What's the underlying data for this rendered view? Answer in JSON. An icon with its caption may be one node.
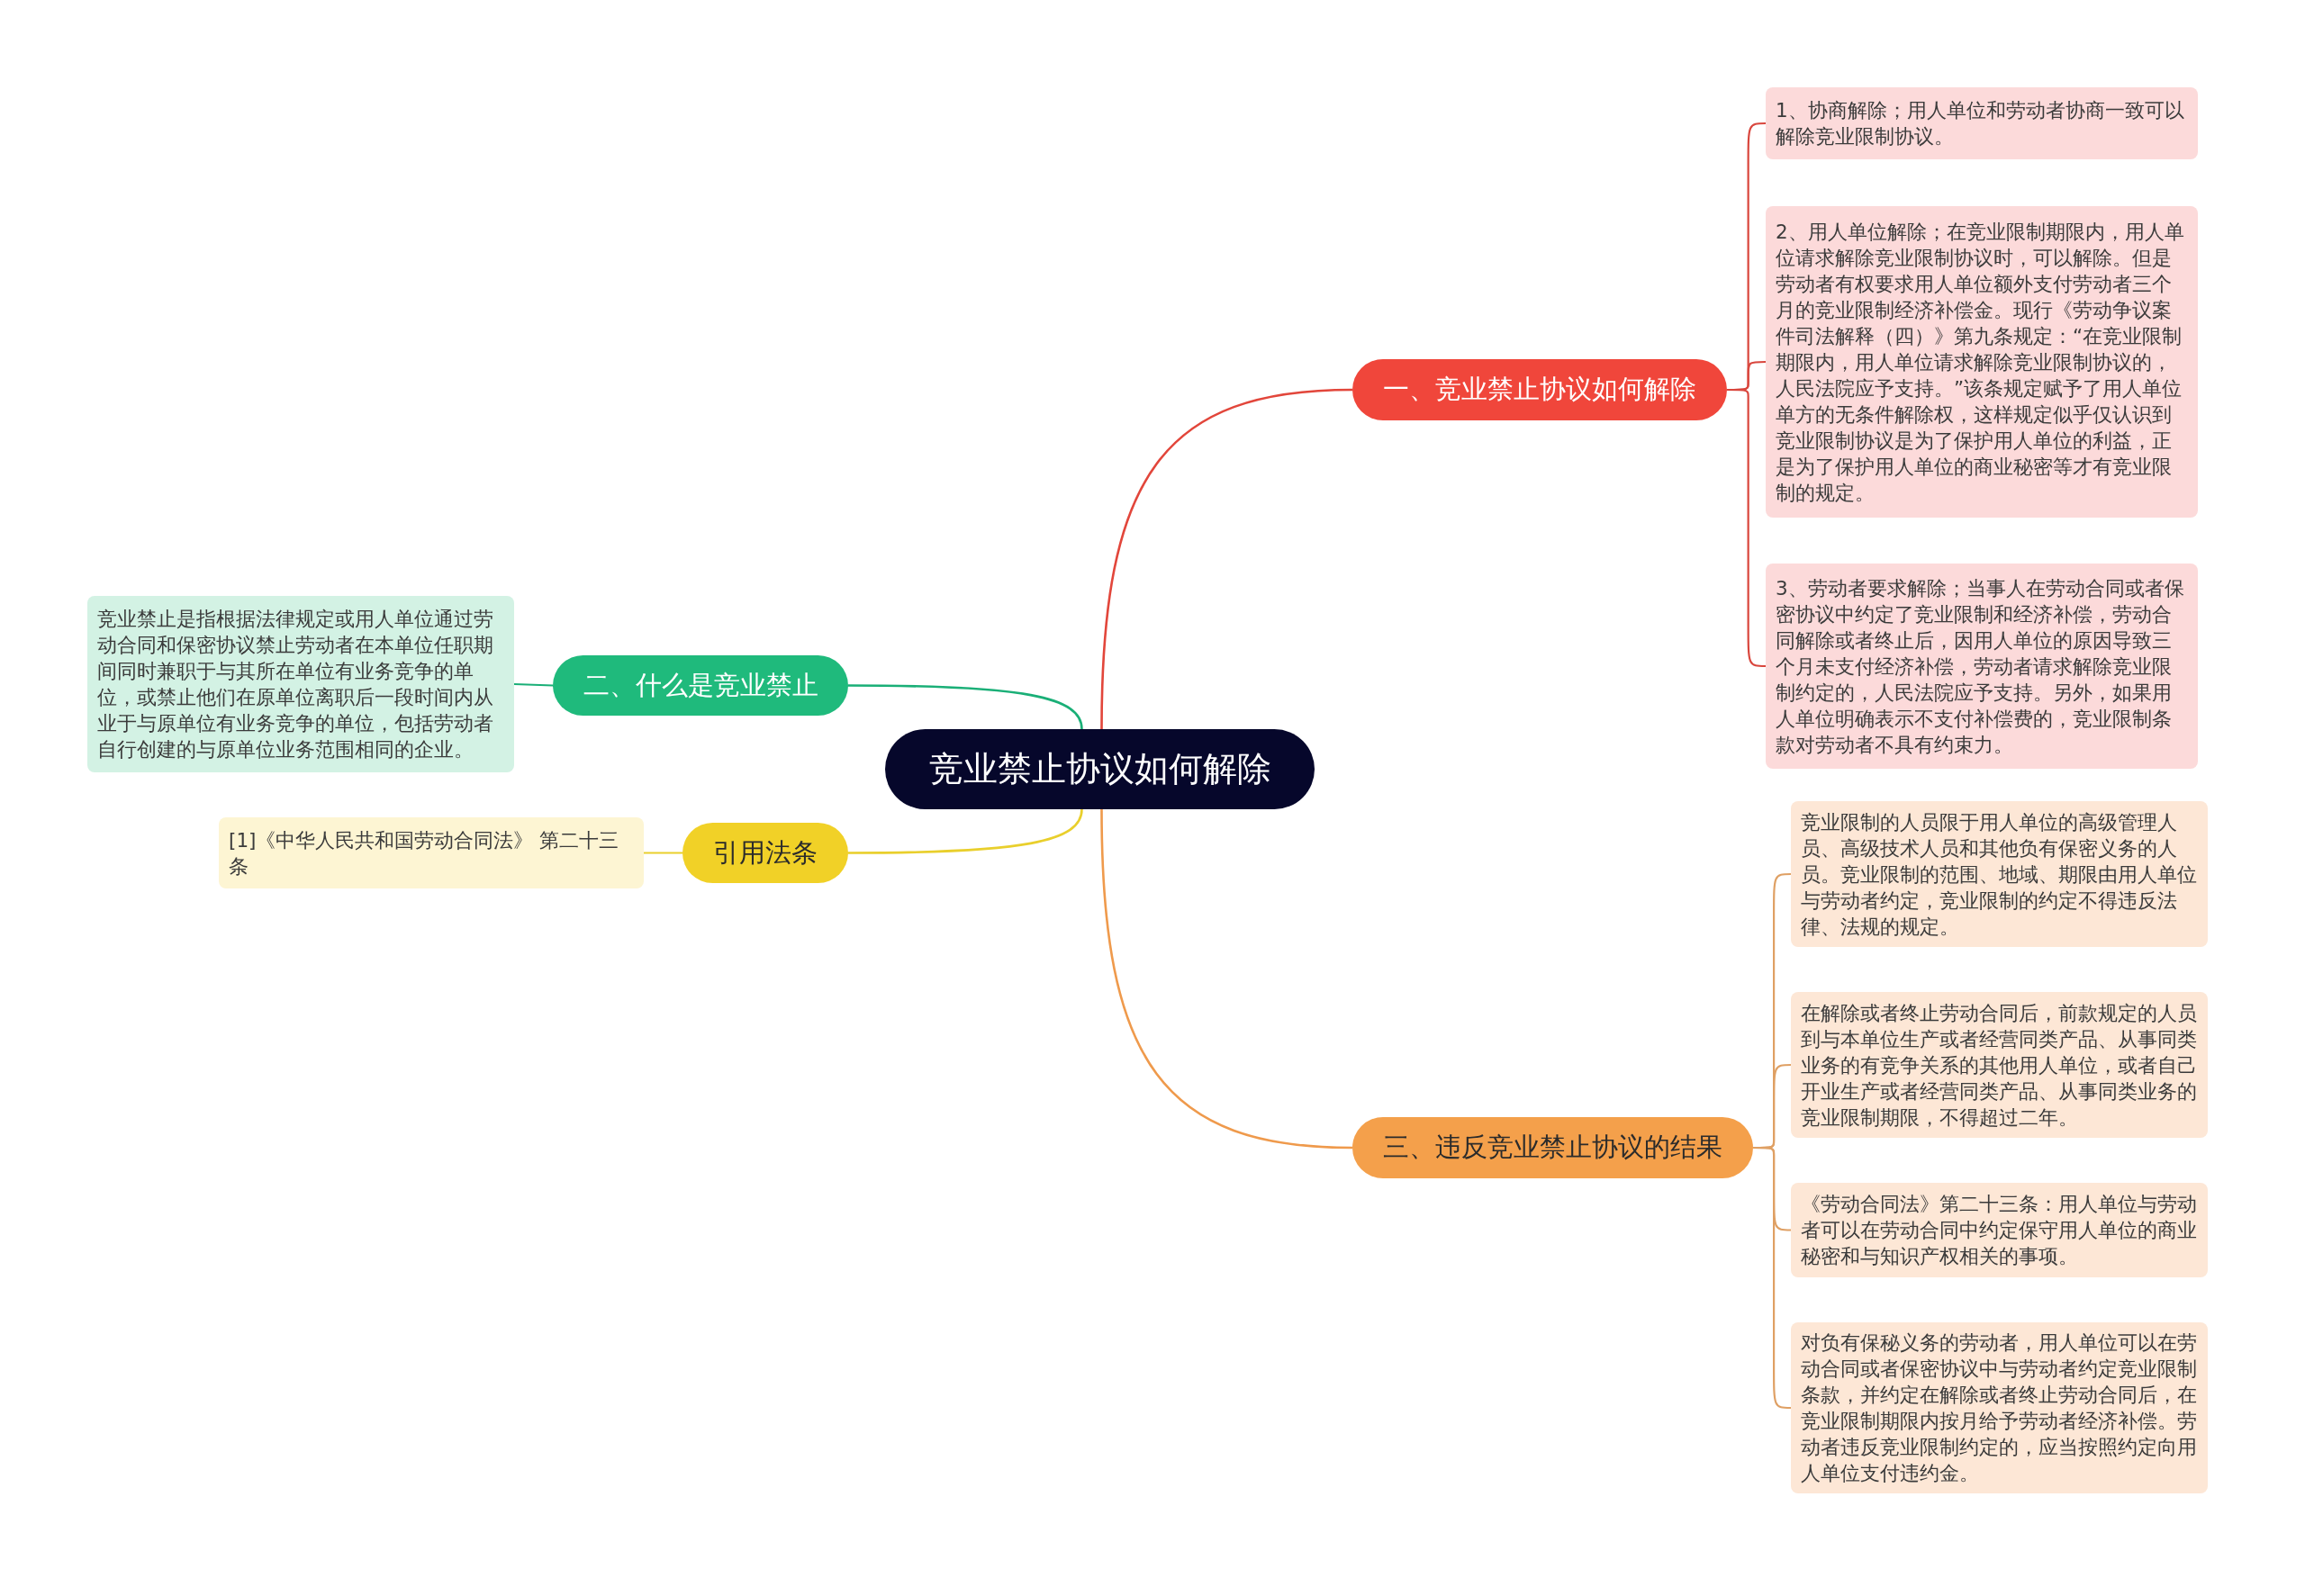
{
  "diagram": {
    "nodes": [
      {
        "text": [
          "竞业禁止协议如何解除"
        ]
      },
      {
        "text": [
          "一、竞业禁止协议如何解除"
        ]
      },
      {
        "text": [
          "1、协商解除；用人单位和劳动者协商一致可以解除竞业限制协议。"
        ]
      },
      {
        "text": [
          "2、用人单位解除；在竞业限制期限内，用人单位请求解除竞业限制协议时，可以解除。但是劳动者有权要求用人单位额外支付劳动者三个月的竞业限制经济补偿金。现行《劳动争议案件司法解释（四）》第九条规定：“在竞业限制期限内，用人单位请求解除竞业限制协议的，人民法院应予支持。”该条规定赋予了用人单位单方的无条件解除权，这样规定似乎仅认识到竞业限制协议是为了保护用人单位的利益，正是为了保护用人单位的商业秘密等才有竞业限制的规定。"
        ]
      },
      {
        "text": [
          "3、劳动者要求解除；当事人在劳动合同或者保密协议中约定了竞业限制和经济补偿，劳动合同解除或者终止后，因用人单位的原因导致三个月未支付经济补偿，劳动者请求解除竞业限制约定的，人民法院应予支持。另外，如果用人单位明确表示不支付补偿费的，竞业限制条款对劳动者不具有约束力。"
        ]
      },
      {
        "text": [
          "二、什么是竞业禁止"
        ]
      },
      {
        "text": [
          "竞业禁止是指根据法律规定或用人单位通过劳动合同和保密协议禁止劳动者在本单位任职期间同时兼职于与其所在单位有业务竞争的单位，或禁止他们在原单位离职后一段时间内从业于与原单位有业务竞争的单位，包括劳动者自行创建的与原单位业务范围相同的企业。"
        ]
      },
      {
        "text": [
          "引用法条"
        ]
      },
      {
        "text": [
          "[1]《中华人民共和国劳动合同法》 第二十三条"
        ]
      },
      {
        "text": [
          "三、违反竞业禁止协议的结果"
        ]
      },
      {
        "text": [
          "竞业限制的人员限于用人单位的高级管理人员、高级技术人员和其他负有保密义务的人员。竞业限制的范围、地域、期限由用人单位与劳动者约定，竞业限制的约定不得违反法律、法规的规定。"
        ]
      },
      {
        "text": [
          "在解除或者终止劳动合同后，前款规定的人员到与本单位生产或者经营同类产品、从事同类业务的有竞争关系的其他用人单位，或者自己开业生产或者经营同类产品、从事同类业务的竞业限制期限，不得超过二年。"
        ]
      },
      {
        "text": [
          "《劳动合同法》第二十三条：用人单位与劳动者可以在劳动合同中约定保守用人单位的商业秘密和与知识产权相关的事项。"
        ]
      },
      {
        "text": [
          "对负有保秘义务的劳动者，用人单位可以在劳动合同或者保密协议中与劳动者约定竞业限制条款，并约定在解除或者终止劳动合同后，在竞业限制期限内按月给予劳动者经济补偿。劳动者违反竞业限制约定的，应当按照约定向用人单位支付违约金。"
        ]
      }
    ],
    "edges": [
      {
        "from": 0,
        "to": 1,
        "arrow": "none",
        "color": "#e2463b"
      },
      {
        "from": 1,
        "to": 2,
        "arrow": "none",
        "color": "#d9463d"
      },
      {
        "from": 1,
        "to": 3,
        "arrow": "none",
        "color": "#d9463d"
      },
      {
        "from": 1,
        "to": 4,
        "arrow": "none",
        "color": "#d9463d"
      },
      {
        "from": 0,
        "to": 5,
        "arrow": "none",
        "color": "#1aaf77"
      },
      {
        "from": 5,
        "to": 6,
        "arrow": "none",
        "color": "#1aaf77"
      },
      {
        "from": 0,
        "to": 7,
        "arrow": "none",
        "color": "#e9cf2c"
      },
      {
        "from": 7,
        "to": 8,
        "arrow": "none",
        "color": "#e9cf2c"
      },
      {
        "from": 0,
        "to": 9,
        "arrow": "none",
        "color": "#ef9a4c"
      },
      {
        "from": 9,
        "to": 10,
        "arrow": "none",
        "color": "#dfa064"
      },
      {
        "from": 9,
        "to": 11,
        "arrow": "none",
        "color": "#dfa064"
      },
      {
        "from": 9,
        "to": 12,
        "arrow": "none",
        "color": "#dfa064"
      },
      {
        "from": 9,
        "to": 13,
        "arrow": "none",
        "color": "#dfa064"
      }
    ]
  }
}
